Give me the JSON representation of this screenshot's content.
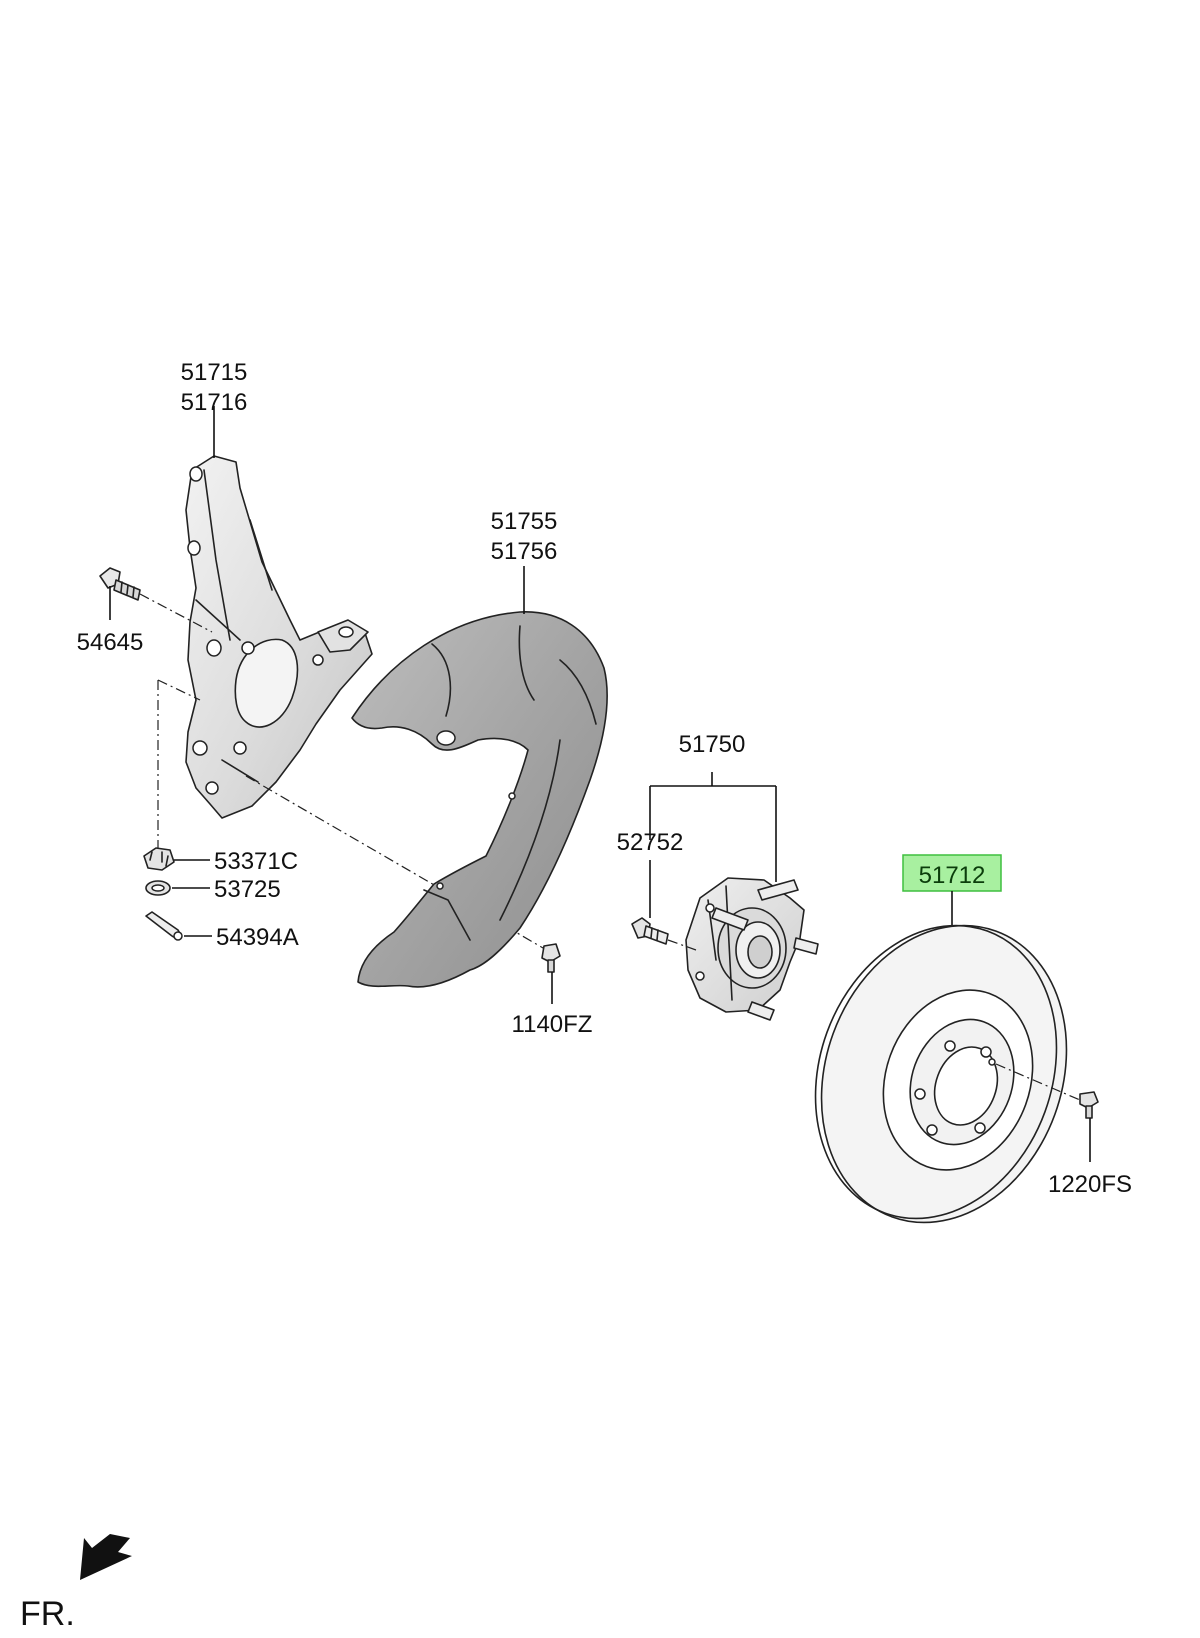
{
  "labels": {
    "knuckle_a": "51715",
    "knuckle_b": "51716",
    "knuckle_bolt": "54645",
    "castle_nut": "53371C",
    "washer": "53725",
    "cotter_pin": "54394A",
    "dust_cover_a": "51755",
    "dust_cover_b": "51756",
    "cover_screw": "1140FZ",
    "hub_assembly": "51750",
    "hub_bolt": "52752",
    "brake_disc": "51712",
    "disc_screw": "1220FS"
  },
  "orientation": {
    "text": "FR."
  },
  "colors": {
    "highlight_fill": "#a8f0a0",
    "highlight_border": "#3fbf3f",
    "part_fill": "#e6e6e6",
    "cover_fill": "#a8a8a8"
  }
}
